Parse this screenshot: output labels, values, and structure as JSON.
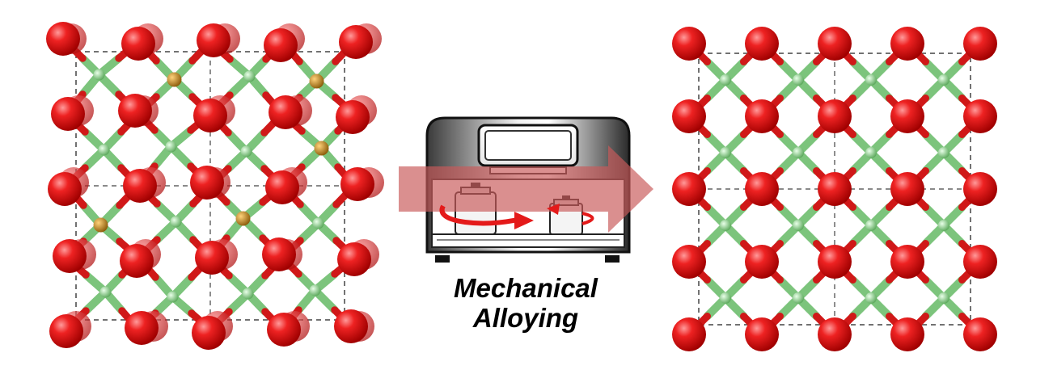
{
  "caption": {
    "line1": "Mechanical",
    "line2": "Alloying"
  },
  "colors": {
    "oxygen": "#e01010",
    "bond_green": "#7cc47c",
    "bond_red": "#d01818",
    "dopant": "#c88a1a",
    "cell_line": "#444444",
    "arrow": "#c85a5a",
    "rotation_arrow": "#e41a1a",
    "machine_dark": "#2a2a2a"
  },
  "panels": [
    {
      "name": "initial-structure",
      "state": "doped-distorted"
    },
    {
      "name": "final-structure",
      "state": "ordered-lattice"
    }
  ],
  "icons": [
    "ball-mill-icon",
    "process-arrow-icon",
    "rotation-arrow-icon"
  ]
}
